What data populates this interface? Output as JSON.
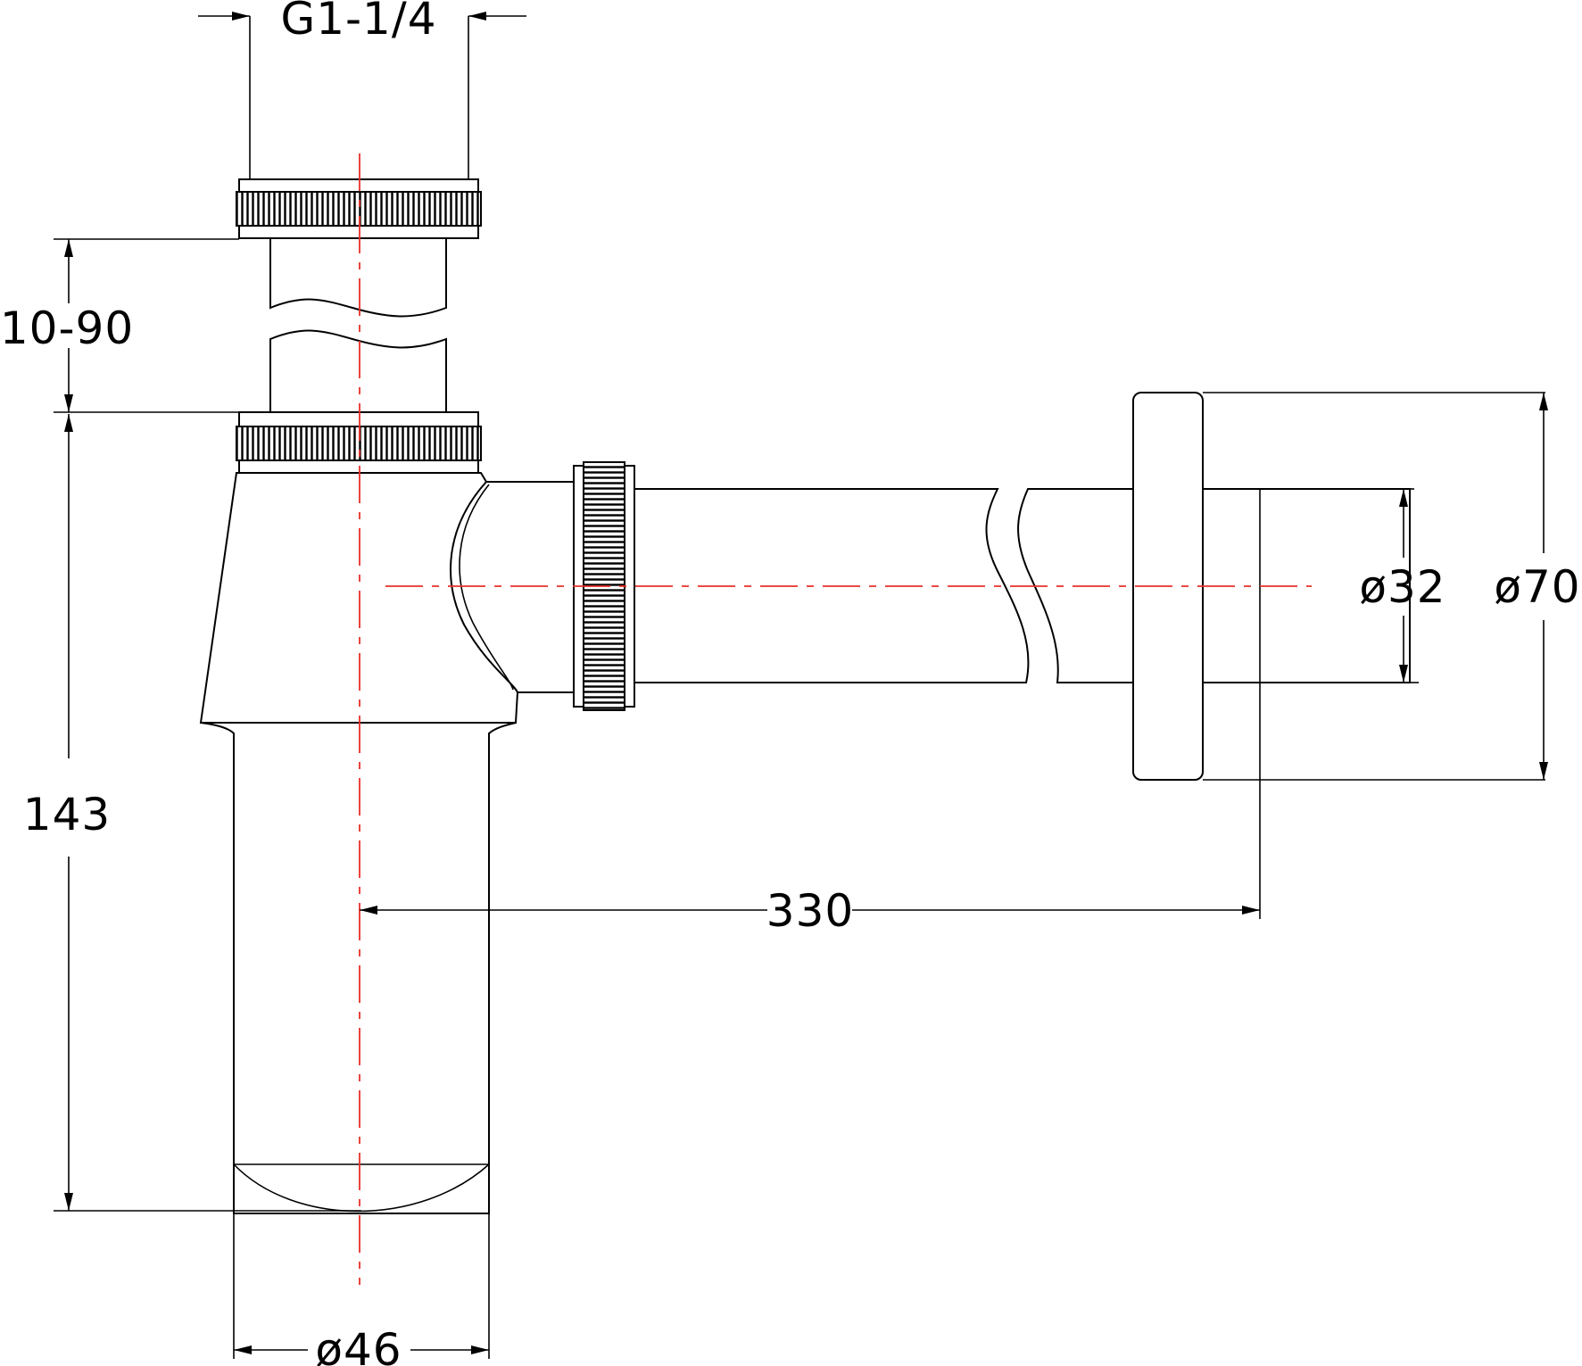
{
  "dimensions": {
    "thread": "G1-1/4",
    "height_adjust": "10-90",
    "total_height": "143",
    "bottle_diameter": "ø46",
    "outlet_length": "330",
    "pipe_diameter": "ø32",
    "flange_diameter": "ø70"
  },
  "colors": {
    "lines": "#000000",
    "centerline": "#e8302a",
    "background": "#ffffff"
  }
}
